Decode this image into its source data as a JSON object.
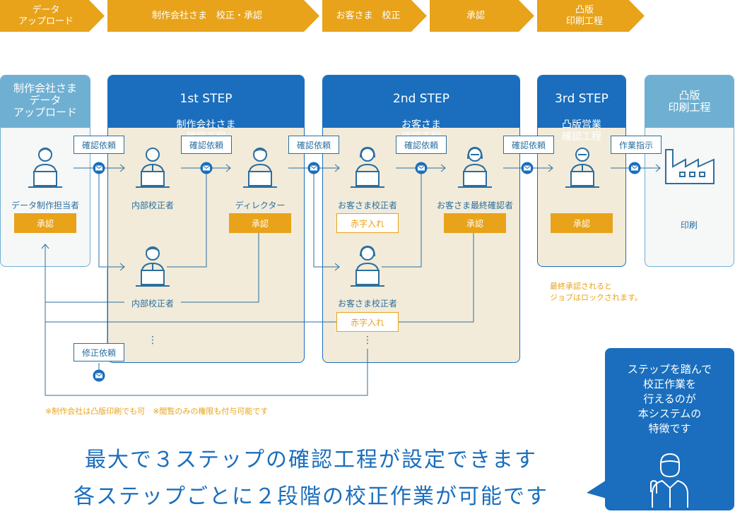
{
  "steps_bar": [
    {
      "label": "データ\nアップロード"
    },
    {
      "label": "制作会社さま　校正・承認"
    },
    {
      "label": "お客さま　校正"
    },
    {
      "label": "承認"
    },
    {
      "label": "凸版\n印刷工程"
    }
  ],
  "panels": {
    "upload": {
      "title": "制作会社さま\nデータ\nアップロード"
    },
    "step1": {
      "title": "1st STEP",
      "subtitle": "制作会社さま\n確認工程"
    },
    "step2": {
      "title": "2nd STEP",
      "subtitle": "お客さま\n確認工程"
    },
    "step3": {
      "title": "3rd STEP",
      "subtitle": "凸版営業\n確認工程"
    },
    "print": {
      "title": "凸版\n印刷工程"
    }
  },
  "roles": {
    "data_owner": "データ制作担当者",
    "internal_proof_1": "内部校正者",
    "director": "ディレクター",
    "internal_proof_2": "内部校正者",
    "customer_proof_1": "お客さま校正者",
    "customer_final": "お客さま最終確認者",
    "customer_proof_2": "お客さま校正者",
    "print": "印刷"
  },
  "actions": {
    "approve": "承認",
    "redline": "赤字入れ"
  },
  "requests": {
    "confirm": "確認依頼",
    "work_order": "作業指示",
    "fix": "修正依頼"
  },
  "notes": {
    "lock": "最終承認されると\nジョブはロックされます。",
    "footnote": "※制作会社は凸版印刷でも可　※閲覧のみの権限も付与可能です"
  },
  "headline": {
    "line1": "最大で３ステップの確認工程が設定できます",
    "line2": "各ステップごとに２段階の校正作業が可能です"
  },
  "bubble": {
    "text": "ステップを踏んで\n校正作業を\n行えるのが\n本システムの\n特徴です"
  },
  "colors": {
    "orange": "#e8a31a",
    "blue_dark": "#1a6ebd",
    "blue_light": "#6fb0d2",
    "line": "#2a6fa0",
    "step_bg": "#f2ebd9"
  }
}
